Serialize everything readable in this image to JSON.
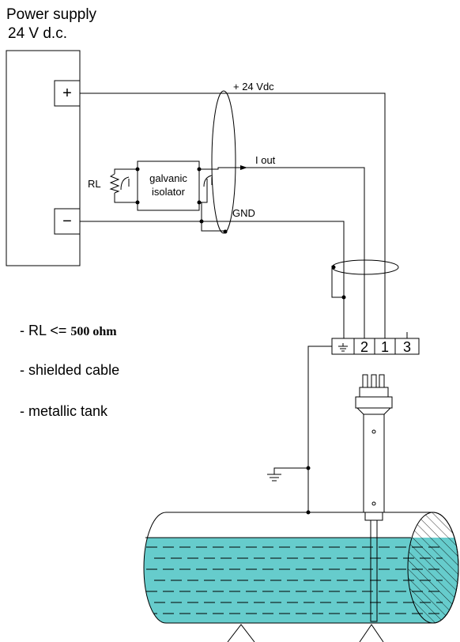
{
  "power_supply": {
    "title_line1": "Power supply",
    "title_line2": "24 V d.c.",
    "plus_symbol": "+",
    "minus_symbol": "−"
  },
  "signals": {
    "vdc_label": "+ 24 Vdc",
    "iout_label": "I out",
    "gnd_label": "GND"
  },
  "isolator": {
    "line1": "galvanic",
    "line2": "isolator",
    "rl_label": "RL"
  },
  "terminals": [
    "2",
    "1",
    "3"
  ],
  "notes": {
    "rl_prefix": "- RL <= ",
    "rl_value": "500  ohm",
    "cable": "- shielded cable",
    "tank": "- metallic tank"
  },
  "colors": {
    "line": "#000000",
    "liquid": "#66cccc",
    "background": "#ffffff"
  }
}
